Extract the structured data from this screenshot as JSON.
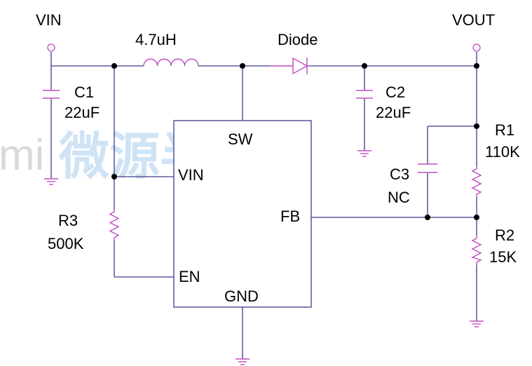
{
  "labels": {
    "vin": "VIN",
    "vout": "VOUT",
    "inductor": "4.7uH",
    "diode": "Diode",
    "c1_name": "C1",
    "c1_value": "22uF",
    "c2_name": "C2",
    "c2_value": "22uF",
    "r1_name": "R1",
    "r1_value": "110K",
    "r2_name": "R2",
    "r2_value": "15K",
    "r3_name": "R3",
    "r3_value": "500K",
    "c3_name": "C3",
    "c3_value": "NC",
    "pin_sw": "SW",
    "pin_vin": "VIN",
    "pin_fb": "FB",
    "pin_en": "EN",
    "pin_gnd": "GND"
  },
  "watermark": {
    "latin": "mi",
    "cjk": "微源半導體"
  },
  "colors": {
    "wire": "#3c3c8c",
    "component": "#c04cc0",
    "junction": "#000000",
    "watermark": "#cfe3f5"
  }
}
